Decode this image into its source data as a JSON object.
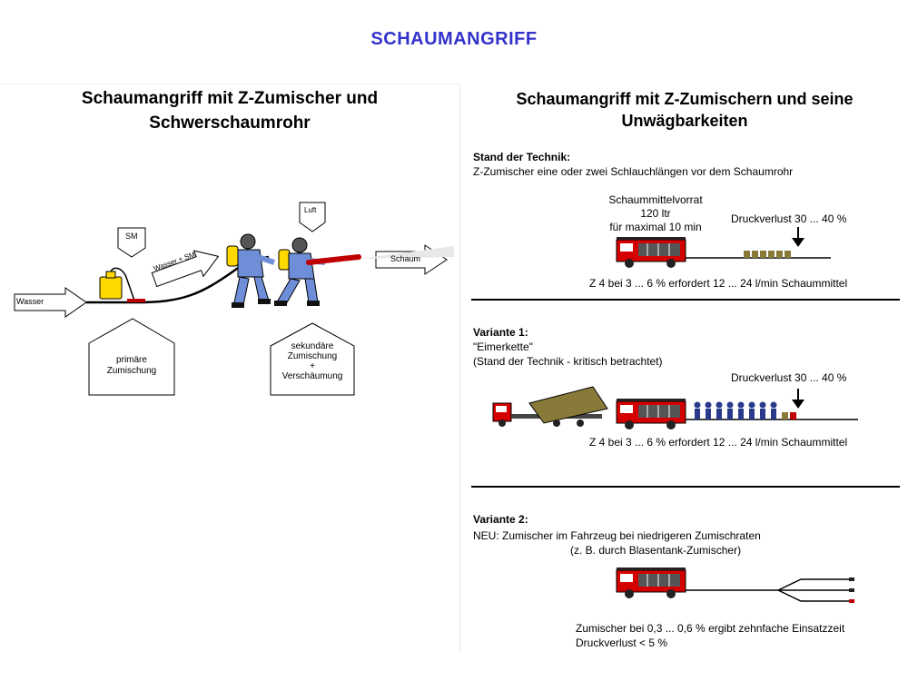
{
  "page": {
    "title": "SCHAUMANGRIFF"
  },
  "left": {
    "title_line1": "Schaumangriff mit Z-Zumischer und",
    "title_line2": "Schwerschaumrohr",
    "arrow_wasser": "Wasser",
    "arrow_wasser_sm": "Wasser + SM",
    "arrow_schaum": "Schaum",
    "tag_sm": "SM",
    "tag_luft": "Luft",
    "box1_line1": "primäre",
    "box1_line2": "Zumischung",
    "box2_line1": "sekundäre",
    "box2_line2": "Zumischung",
    "box2_line3": "+",
    "box2_line4": "Verschäumung"
  },
  "right": {
    "title_line1": "Schaumangriff mit Z-Zumischern und seine",
    "title_line2": "Unwägbarkeiten",
    "s1": {
      "heading": "Stand der Technik:",
      "subtitle": "Z-Zumischer eine oder zwei Schlauchlängen vor dem Schaumrohr",
      "vorrat_line1": "Schaummittelvorrat",
      "vorrat_line2": "120 ltr",
      "vorrat_line3": "für maximal 10 min",
      "druck": "Druckverlust 30 ... 40 %",
      "footer": "Z 4 bei 3 ... 6 % erfordert 12 ... 24 l/min Schaummittel"
    },
    "s2": {
      "heading": "Variante 1:",
      "line1": "\"Eimerkette\"",
      "line2": "(Stand der Technik - kritisch betrachtet)",
      "druck": "Druckverlust 30 ... 40 %",
      "footer": "Z 4 bei 3 ... 6 % erfordert 12 ... 24 l/min Schaummittel"
    },
    "s3": {
      "heading": "Variante 2:",
      "line1": "NEU: Zumischer im Fahrzeug bei niedrigeren Zumischraten",
      "line2": "(z. B. durch Blasentank-Zumischer)",
      "footer1": "Zumischer bei 0,3 ... 0,6 % ergibt zehnfache Einsatzzeit",
      "footer2": "Druckverlust < 5 %"
    }
  }
}
